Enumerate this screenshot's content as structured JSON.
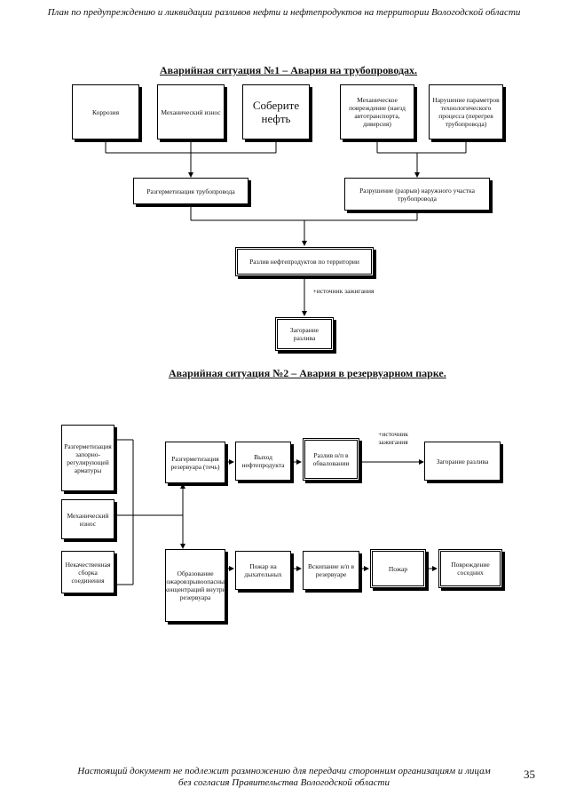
{
  "header": "План по предупреждению и ликвидации разливов нефти и нефтепродуктов на территории Вологодской области",
  "footer": {
    "line1": "Настоящий документ не подлежит размножению для передачи сторонним организациям и лицам",
    "line2": "без согласия Правительства Вологодской области"
  },
  "page_number": "35",
  "scheme1": {
    "title": "Аварийная ситуация №1 – Авария на трубопроводах.",
    "causes": [
      "Коррозия",
      "Механический износ",
      "Соберите нефть",
      "Механическое повреждение (наезд автотранспорта, диверсия)",
      "Нарушение параметров технологического процесса (перегрев трубопровода)"
    ],
    "depressurization": "Разгерметизация трубопровода",
    "rupture": "Разрушение (разрыв) наружного участка трубопровода",
    "spill": "Разлив нефтепродуктов по территории",
    "ignition": "+источник зажигания",
    "fire": "Загорание разлива"
  },
  "scheme2": {
    "title": "Аварийная ситуация №2 – Авария в резервуарном парке.",
    "causes": [
      "Разгерметизация запорно-регулирующей арматуры",
      "Механический износ",
      "Некачественная сборка соединения"
    ],
    "depressurization": "Разгерметизация резервуара (течь)",
    "release": "Выход нефтепродукта",
    "spill": "Разлив н/п в обваловании",
    "ignition": "+источник зажигания",
    "fire": "Загорание разлива",
    "explosive": "Образование пожаровзрывоопасных концентраций внутри резервуара",
    "breath_fire": "Пожар на дыхательных",
    "boilover": "Вскипание н/п в резервуаре",
    "fire2": "Пожар",
    "damage": "Повреждение соседних"
  }
}
